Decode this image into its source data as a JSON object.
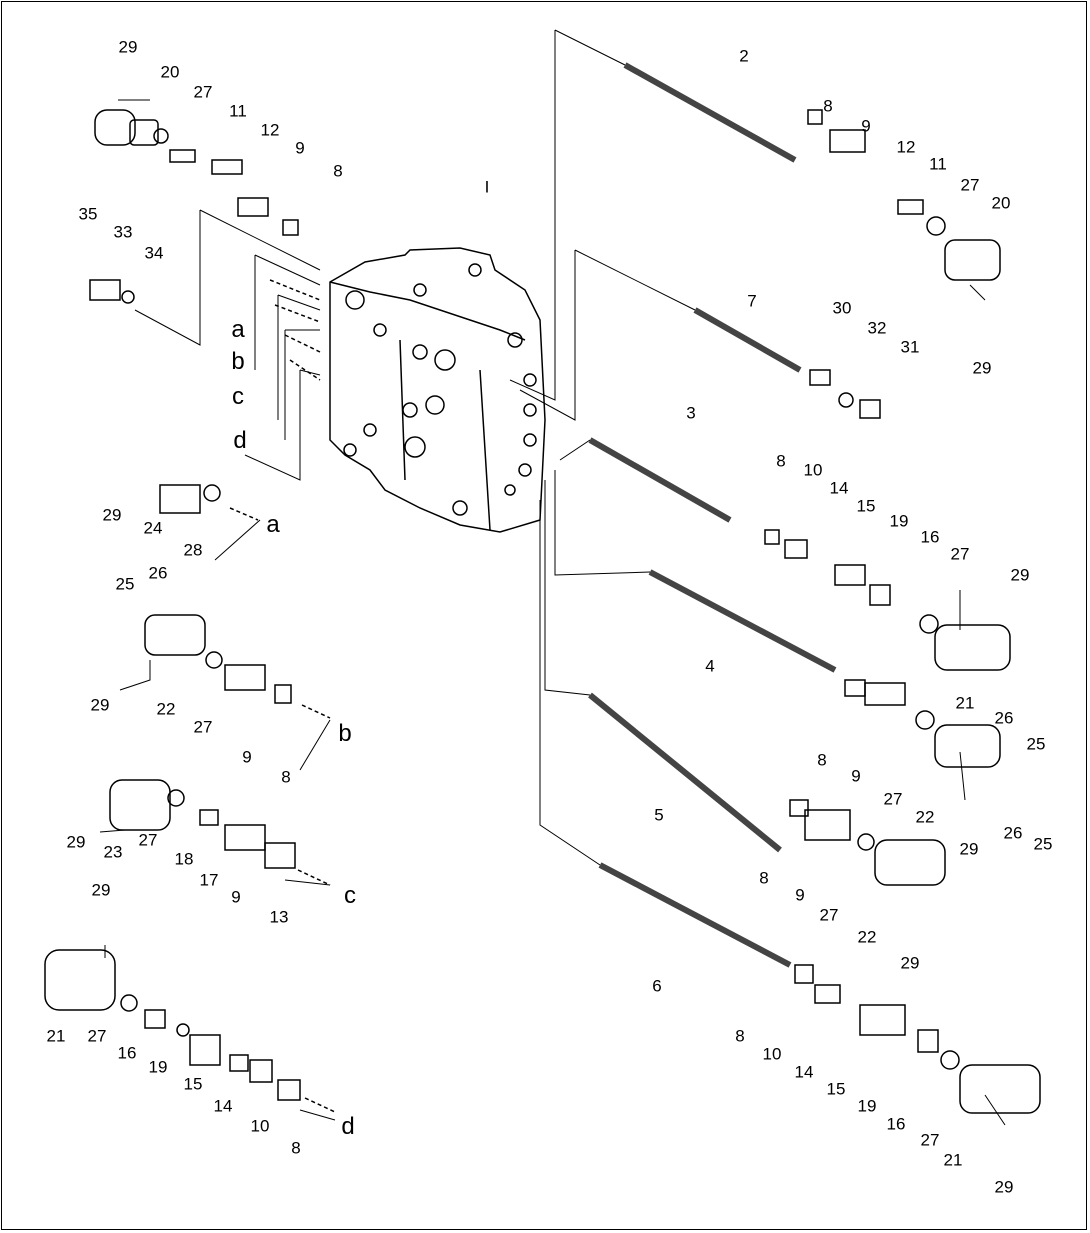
{
  "diagram": {
    "body_label": "I",
    "view_letters": [
      "a",
      "b",
      "c",
      "d"
    ],
    "labels": [
      "29",
      "20",
      "27",
      "11",
      "12",
      "9",
      "8",
      "35",
      "33",
      "34",
      "2",
      "8",
      "9",
      "12",
      "11",
      "27",
      "20",
      "29",
      "7",
      "30",
      "32",
      "31",
      "3",
      "8",
      "10",
      "14",
      "15",
      "19",
      "16",
      "27",
      "29",
      "29",
      "24",
      "28",
      "a",
      "25",
      "26",
      "4",
      "21",
      "26",
      "25",
      "29",
      "22",
      "27",
      "9",
      "8",
      "b",
      "8",
      "9",
      "27",
      "22",
      "29",
      "26",
      "25",
      "5",
      "8",
      "9",
      "27",
      "22",
      "29",
      "29",
      "23",
      "27",
      "18",
      "17",
      "9",
      "13",
      "c",
      "29",
      "6",
      "21",
      "27",
      "16",
      "19",
      "15",
      "14",
      "10",
      "8",
      "d",
      "8",
      "10",
      "14",
      "15",
      "19",
      "16",
      "27",
      "21",
      "29"
    ],
    "colors": {
      "line": "#000000",
      "background": "#ffffff"
    }
  }
}
